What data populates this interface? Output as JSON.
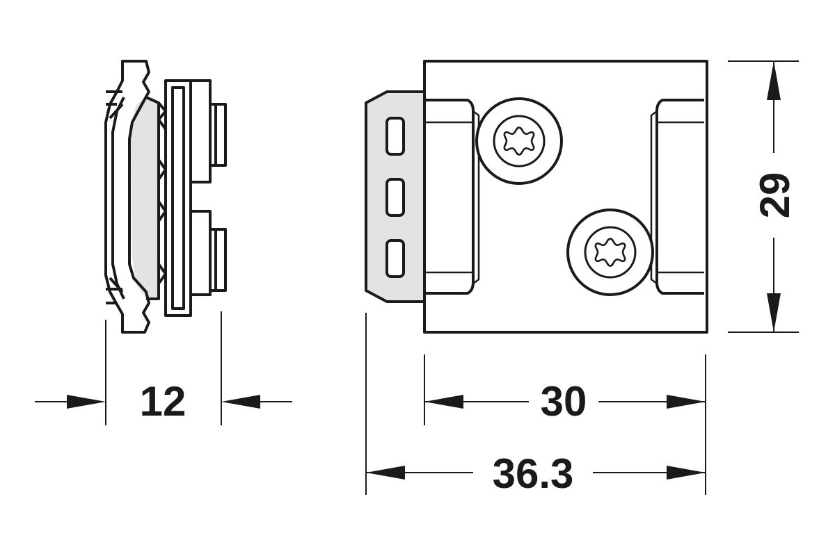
{
  "colors": {
    "line": "#1a1a1a",
    "fill_light": "#e3e3e3",
    "background": "#ffffff"
  },
  "dimensions": {
    "side_width": "12",
    "front_width": "30",
    "overall_width": "36.3",
    "height": "29"
  },
  "icons": {
    "screw_top": "torx-screw-icon",
    "screw_bottom": "torx-screw-icon"
  }
}
